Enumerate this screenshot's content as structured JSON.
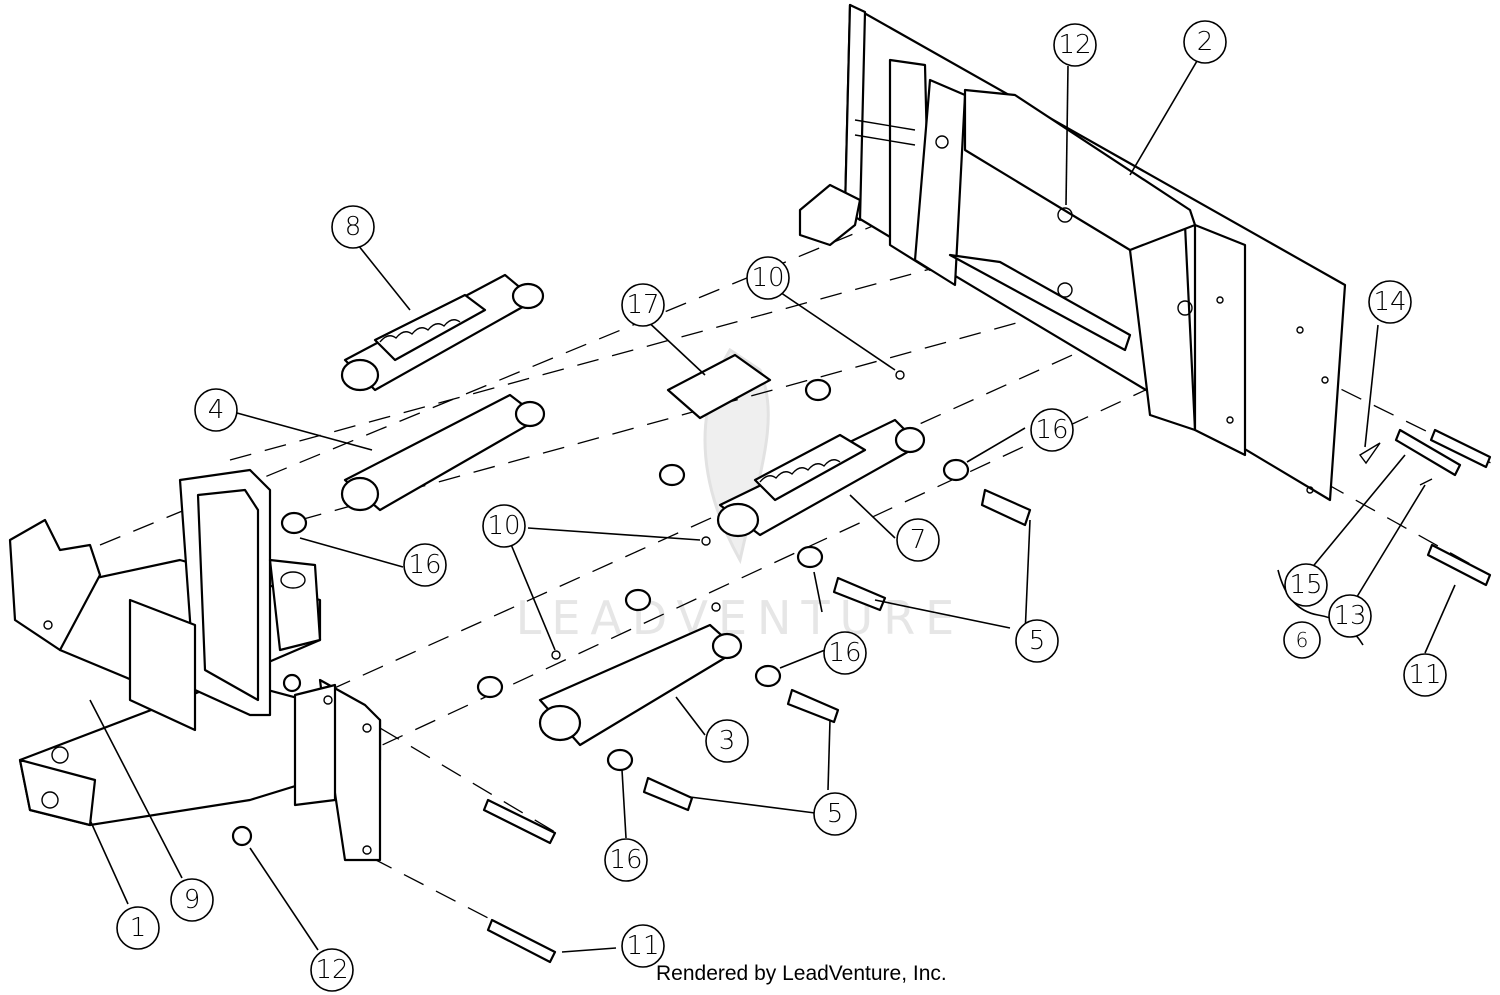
{
  "watermark": "LEADVENTURE",
  "footer": "Rendered by LeadVenture, Inc.",
  "callouts": [
    "1",
    "2",
    "3",
    "4",
    "5",
    "5",
    "6",
    "7",
    "8",
    "9",
    "10",
    "10",
    "11",
    "11",
    "12",
    "12",
    "13",
    "14",
    "15",
    "16",
    "16",
    "16",
    "16",
    "17"
  ]
}
